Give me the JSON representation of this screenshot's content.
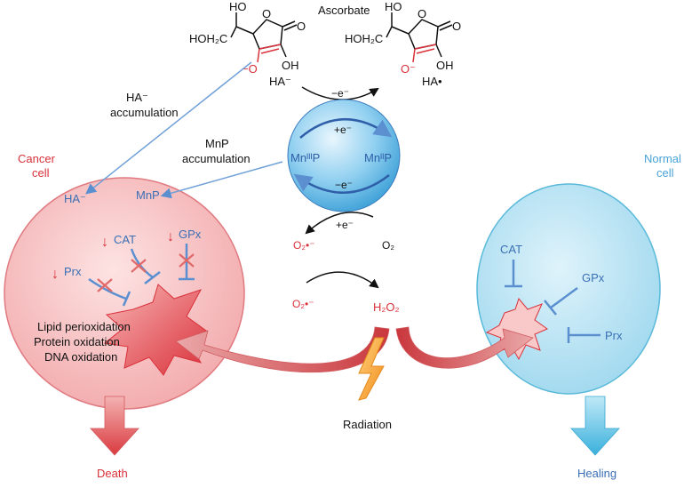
{
  "colors": {
    "red": "#d9313a",
    "blue": "#3a6fb5",
    "cancer_fill": "#f6c0c0",
    "cancer_stroke": "#e07a80",
    "normal_fill": "#bfe7f4",
    "normal_stroke": "#59b9d9",
    "sky": "#4aa3d8",
    "black": "#111111"
  },
  "molecules": {
    "left": {
      "ho": "HO",
      "hoh2c": "HOH₂C",
      "o_ring": "O",
      "o_carbonyl": "O",
      "o_minus": "−O",
      "oh": "OH",
      "species": "HA⁻"
    },
    "right": {
      "ho": "HO",
      "hoh2c": "HOH₂C",
      "o_ring": "O",
      "o_carbonyl": "O",
      "o_minus": "O⁻",
      "oh": "OH",
      "species": "HA•"
    },
    "ascorbate": "Ascorbate"
  },
  "cycle": {
    "top_minus_e": "−e⁻",
    "inner_plus_e": "+e⁻",
    "inner_minus_e": "−e⁻",
    "mn3p": "MnᴵᴵᴵP",
    "mn2p": "MnᴵᴵP",
    "bottom_plus_e": "+e⁻",
    "o2_superoxide": "O₂•⁻",
    "o2": "O₂",
    "superoxide2": "O₂•⁻",
    "h2o2": "H₂O₂"
  },
  "labels": {
    "ha_accumulation": [
      "HA⁻",
      "accumulation"
    ],
    "mnp_accumulation": [
      "MnP",
      "accumulation"
    ],
    "cancer_cell": [
      "Cancer",
      "cell"
    ],
    "normal_cell": [
      "Normal",
      "cell"
    ],
    "ha_in_cell": "HA⁻",
    "mnp_in_cell": "MnP",
    "cat_cancer": "CAT",
    "gpx_cancer": "GPx",
    "prx_cancer": "Prx",
    "damage": [
      "Lipid perioxidation",
      "Protein oxidation",
      "DNA oxidation"
    ],
    "cat_normal": "CAT",
    "gpx_normal": "GPx",
    "prx_normal": "Prx",
    "radiation": "Radiation",
    "death": "Death",
    "healing": "Healing",
    "down_arrow": "↓"
  }
}
